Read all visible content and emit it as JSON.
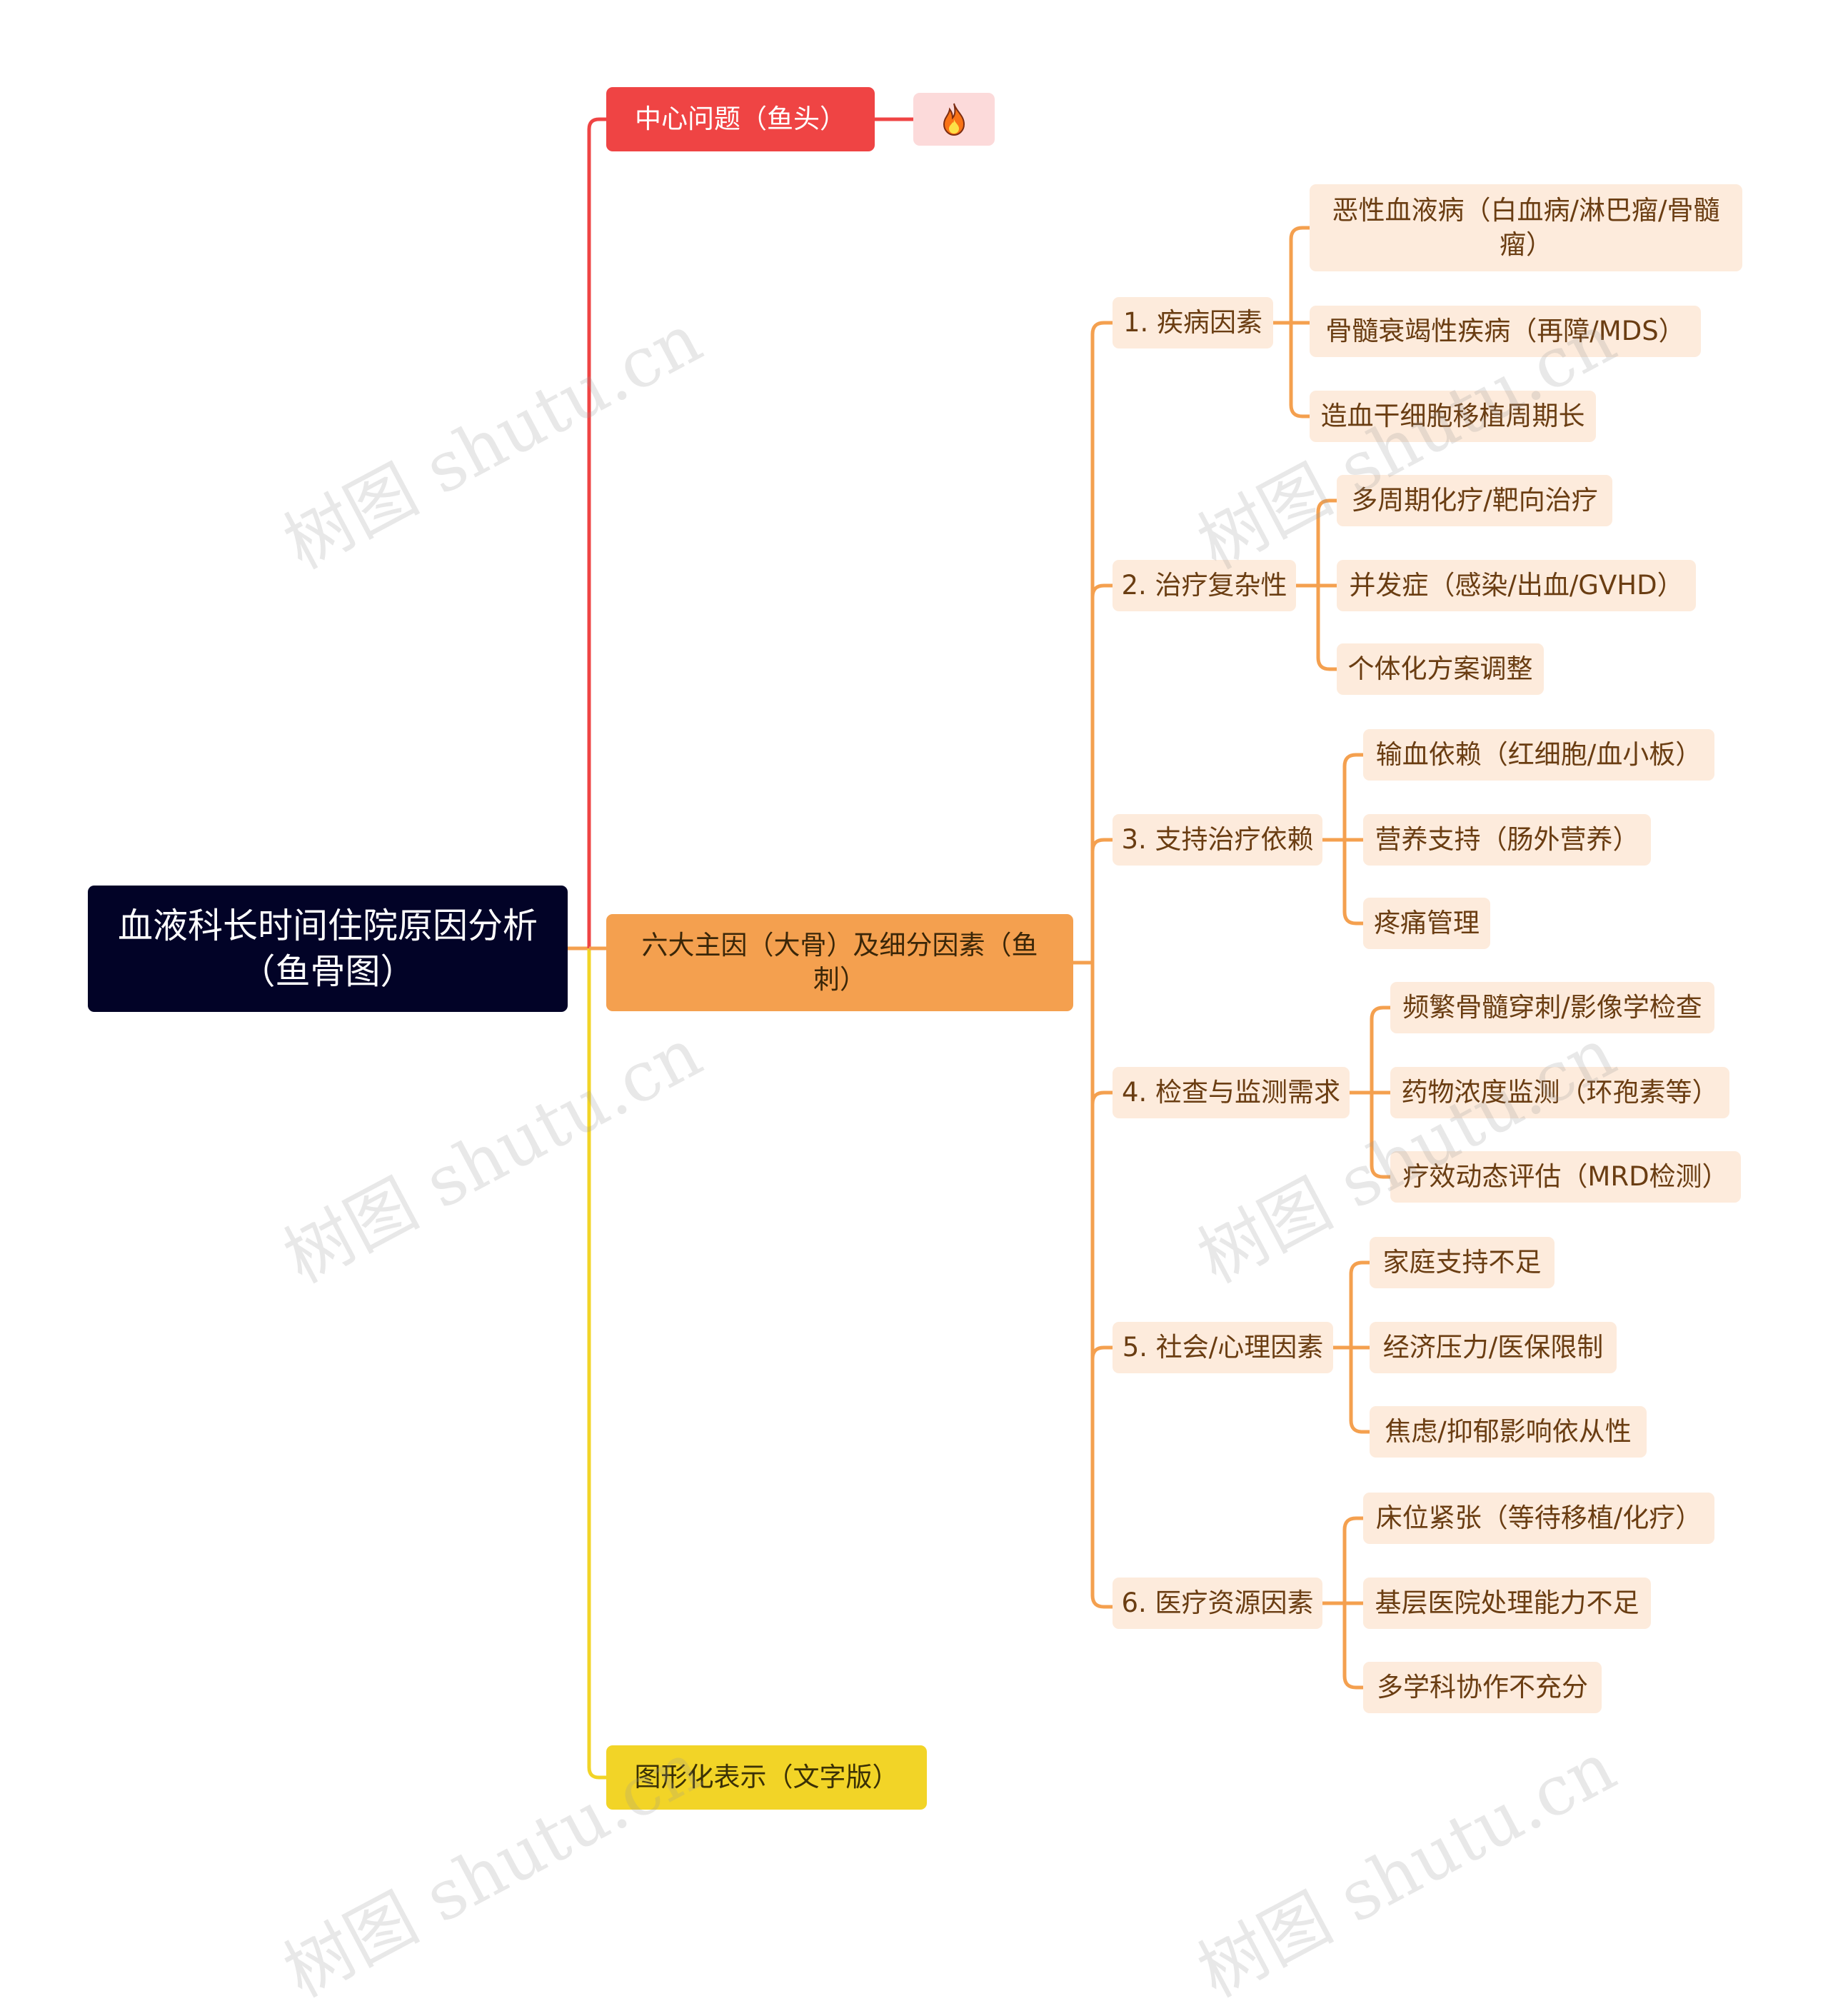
{
  "root": {
    "label": "血液科长时间住院原因分析（鱼骨图）"
  },
  "branches": {
    "head": {
      "label": "中心问题（鱼头）",
      "icon": "fire-icon",
      "color": "#ef4444"
    },
    "bones": {
      "label": "六大主因（大骨）及细分因素（鱼刺）",
      "color": "#f4a04f"
    },
    "text": {
      "label": "图形化表示（文字版）",
      "color": "#f2d427"
    }
  },
  "categories": [
    {
      "label": "1. 疾病因素",
      "items": [
        "恶性血液病（白血病/淋巴瘤/骨髓瘤）",
        "骨髓衰竭性疾病（再障/MDS）",
        "造血干细胞移植周期长"
      ]
    },
    {
      "label": "2. 治疗复杂性",
      "items": [
        "多周期化疗/靶向治疗",
        "并发症（感染/出血/GVHD）",
        "个体化方案调整"
      ]
    },
    {
      "label": "3. 支持治疗依赖",
      "items": [
        "输血依赖（红细胞/血小板）",
        "营养支持（肠外营养）",
        "疼痛管理"
      ]
    },
    {
      "label": "4. 检查与监测需求",
      "items": [
        "频繁骨髓穿刺/影像学检查",
        "药物浓度监测（环孢素等）",
        "疗效动态评估（MRD检测）"
      ]
    },
    {
      "label": "5. 社会/心理因素",
      "items": [
        "家庭支持不足",
        "经济压力/医保限制",
        "焦虑/抑郁影响依从性"
      ]
    },
    {
      "label": "6. 医疗资源因素",
      "items": [
        "床位紧张（等待移植/化疗）",
        "基层医院处理能力不足",
        "多学科协作不充分"
      ]
    }
  ],
  "watermark": {
    "text": "树图 shutu.cn"
  }
}
